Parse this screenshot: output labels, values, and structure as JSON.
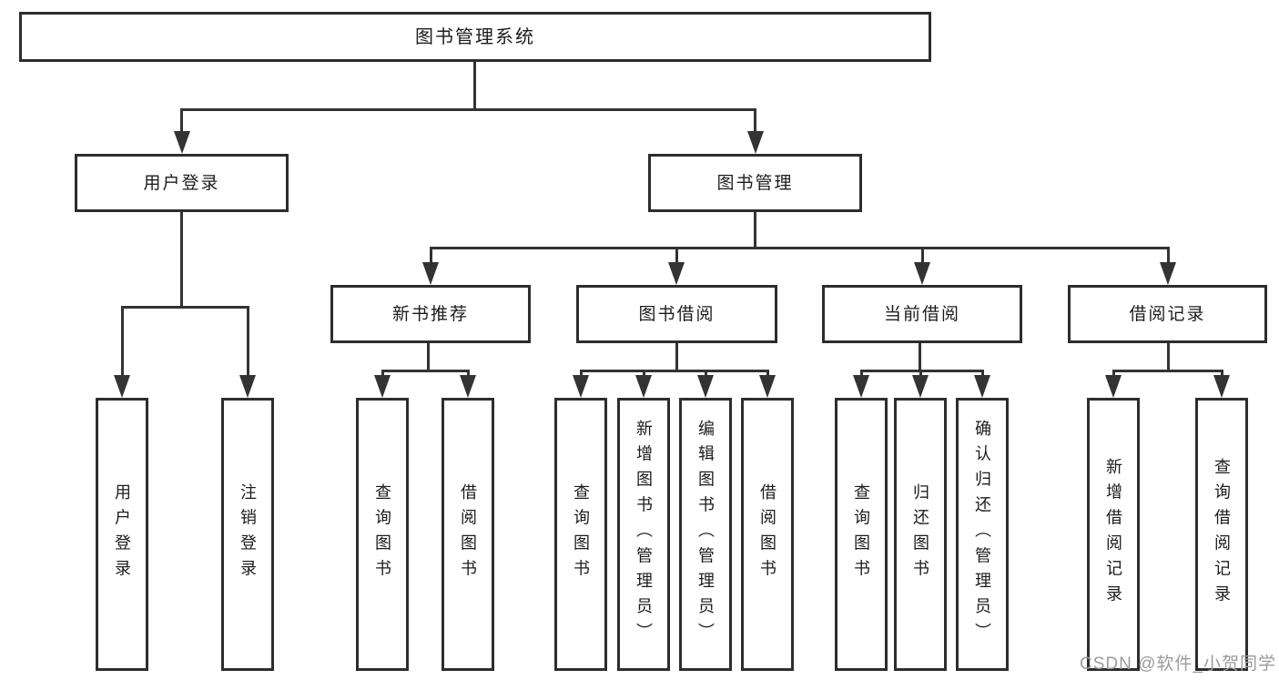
{
  "diagram": {
    "root": {
      "label": "图书管理系统"
    },
    "level2": {
      "user_login": {
        "label": "用户登录"
      },
      "book_mgmt": {
        "label": "图书管理"
      }
    },
    "level3": {
      "new_rec": {
        "label": "新书推荐"
      },
      "borrow": {
        "label": "图书借阅"
      },
      "current": {
        "label": "当前借阅"
      },
      "records": {
        "label": "借阅记录"
      }
    },
    "leaves": {
      "ul1": {
        "label": "用户登录"
      },
      "ul2": {
        "label": "注销登录"
      },
      "nb1": {
        "label": "查询图书"
      },
      "nb2": {
        "label": "借阅图书"
      },
      "bb1": {
        "label": "查询图书"
      },
      "bb2": {
        "label": "新增图书（管理员）"
      },
      "bb3": {
        "label": "编辑图书（管理员）"
      },
      "bb4": {
        "label": "借阅图书"
      },
      "cb1": {
        "label": "查询图书"
      },
      "cb2": {
        "label": "归还图书"
      },
      "cb3": {
        "label": "确认归还（管理员）"
      },
      "br1": {
        "label": "新增借阅记录"
      },
      "br2": {
        "label": "查询借阅记录"
      }
    }
  },
  "watermark": {
    "text": "CSDN @软件_小贺同学"
  },
  "colors": {
    "line": "#333333",
    "border": "#2d2d2d",
    "text": "#1c1c1c",
    "watermark": "#9b9b9b",
    "background": "#ffffff"
  }
}
